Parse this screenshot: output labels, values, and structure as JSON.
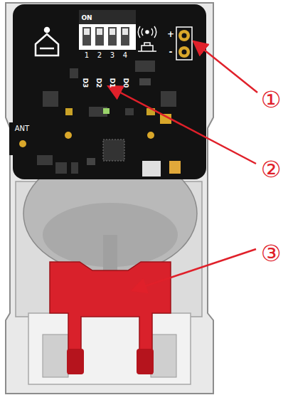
{
  "diagram": {
    "labels": [
      "ON",
      "1",
      "2",
      "3",
      "4",
      "D3",
      "D2",
      "D1",
      "D0",
      "ANT",
      "+",
      "-",
      "①",
      "②",
      "③"
    ]
  }
}
